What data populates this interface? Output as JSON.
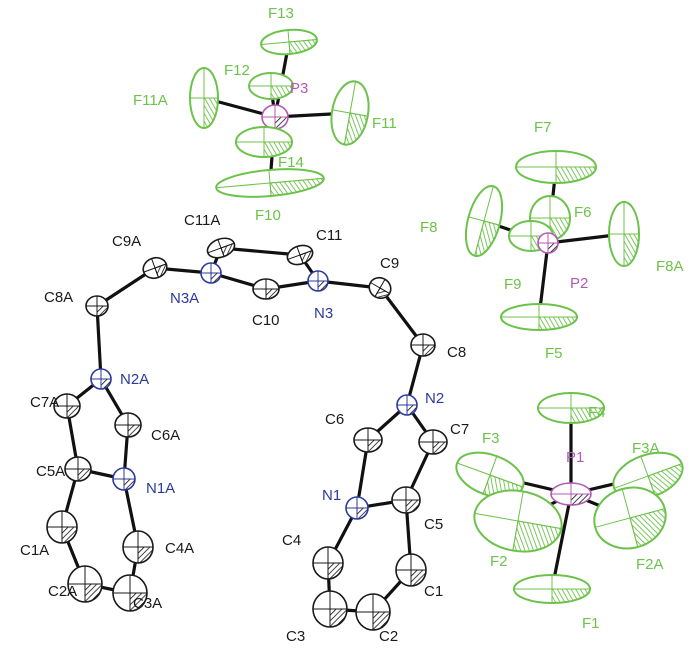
{
  "colors": {
    "carbon": "#1a1a1a",
    "nitrogen": "#2b3a9c",
    "fluorine": "#6cc24a",
    "phosphorus": "#b35ab3",
    "bond": "#111111",
    "background": "#ffffff"
  },
  "atoms": [
    {
      "id": "C9A",
      "label": "C9A",
      "element": "C"
    },
    {
      "id": "C11A",
      "label": "C11A",
      "element": "C"
    },
    {
      "id": "C11",
      "label": "C11",
      "element": "C"
    },
    {
      "id": "C8A",
      "label": "C8A",
      "element": "C"
    },
    {
      "id": "N3A",
      "label": "N3A",
      "element": "N"
    },
    {
      "id": "C10",
      "label": "C10",
      "element": "C"
    },
    {
      "id": "N3",
      "label": "N3",
      "element": "N"
    },
    {
      "id": "C9",
      "label": "C9",
      "element": "C"
    },
    {
      "id": "C8",
      "label": "C8",
      "element": "C"
    },
    {
      "id": "N2A",
      "label": "N2A",
      "element": "N"
    },
    {
      "id": "C7A",
      "label": "C7A",
      "element": "C"
    },
    {
      "id": "C6A",
      "label": "C6A",
      "element": "C"
    },
    {
      "id": "C5A",
      "label": "C5A",
      "element": "C"
    },
    {
      "id": "N1A",
      "label": "N1A",
      "element": "N"
    },
    {
      "id": "C1A",
      "label": "C1A",
      "element": "C"
    },
    {
      "id": "C4A",
      "label": "C4A",
      "element": "C"
    },
    {
      "id": "C2A",
      "label": "C2A",
      "element": "C"
    },
    {
      "id": "C3A",
      "label": "C3A",
      "element": "C"
    },
    {
      "id": "N2",
      "label": "N2",
      "element": "N"
    },
    {
      "id": "C6",
      "label": "C6",
      "element": "C"
    },
    {
      "id": "C7",
      "label": "C7",
      "element": "C"
    },
    {
      "id": "N1",
      "label": "N1",
      "element": "N"
    },
    {
      "id": "C5",
      "label": "C5",
      "element": "C"
    },
    {
      "id": "C4",
      "label": "C4",
      "element": "C"
    },
    {
      "id": "C1",
      "label": "C1",
      "element": "C"
    },
    {
      "id": "C3",
      "label": "C3",
      "element": "C"
    },
    {
      "id": "C2",
      "label": "C2",
      "element": "C"
    },
    {
      "id": "F13",
      "label": "F13",
      "element": "F"
    },
    {
      "id": "F12",
      "label": "F12",
      "element": "F"
    },
    {
      "id": "P3",
      "label": "P3",
      "element": "P"
    },
    {
      "id": "F11A",
      "label": "F11A",
      "element": "F"
    },
    {
      "id": "F11",
      "label": "F11",
      "element": "F"
    },
    {
      "id": "F14",
      "label": "F14",
      "element": "F"
    },
    {
      "id": "F10",
      "label": "F10",
      "element": "F"
    },
    {
      "id": "F7",
      "label": "F7",
      "element": "F"
    },
    {
      "id": "F6",
      "label": "F6",
      "element": "F"
    },
    {
      "id": "F8",
      "label": "F8",
      "element": "F"
    },
    {
      "id": "F8A",
      "label": "F8A",
      "element": "F"
    },
    {
      "id": "F9",
      "label": "F9",
      "element": "F"
    },
    {
      "id": "P2",
      "label": "P2",
      "element": "P"
    },
    {
      "id": "F5",
      "label": "F5",
      "element": "F"
    },
    {
      "id": "F4",
      "label": "F4",
      "element": "F"
    },
    {
      "id": "F3",
      "label": "F3",
      "element": "F"
    },
    {
      "id": "P1",
      "label": "P1",
      "element": "P"
    },
    {
      "id": "F3A",
      "label": "F3A",
      "element": "F"
    },
    {
      "id": "F2",
      "label": "F2",
      "element": "F"
    },
    {
      "id": "F2A",
      "label": "F2A",
      "element": "F"
    },
    {
      "id": "F1",
      "label": "F1",
      "element": "F"
    }
  ],
  "bonds": [
    [
      "C8A",
      "C9A"
    ],
    [
      "C9A",
      "N3A"
    ],
    [
      "N3A",
      "C11A"
    ],
    [
      "C11A",
      "C11"
    ],
    [
      "C11",
      "N3"
    ],
    [
      "N3",
      "C10"
    ],
    [
      "C10",
      "N3A"
    ],
    [
      "N3",
      "C9"
    ],
    [
      "C9",
      "C8"
    ],
    [
      "C8",
      "N2"
    ],
    [
      "C8A",
      "N2A"
    ],
    [
      "N2A",
      "C7A"
    ],
    [
      "N2A",
      "C6A"
    ],
    [
      "C6A",
      "N1A"
    ],
    [
      "N1A",
      "C5A"
    ],
    [
      "C5A",
      "C7A"
    ],
    [
      "C5A",
      "C1A"
    ],
    [
      "C1A",
      "C2A"
    ],
    [
      "C2A",
      "C3A"
    ],
    [
      "C3A",
      "C4A"
    ],
    [
      "C4A",
      "N1A"
    ],
    [
      "N2",
      "C6"
    ],
    [
      "N2",
      "C7"
    ],
    [
      "C6",
      "N1"
    ],
    [
      "N1",
      "C5"
    ],
    [
      "C5",
      "C7"
    ],
    [
      "N1",
      "C4"
    ],
    [
      "C4",
      "C3"
    ],
    [
      "C3",
      "C2"
    ],
    [
      "C2",
      "C1"
    ],
    [
      "C1",
      "C5"
    ],
    [
      "P3",
      "F13"
    ],
    [
      "P3",
      "F12"
    ],
    [
      "P3",
      "F11A"
    ],
    [
      "P3",
      "F11"
    ],
    [
      "P3",
      "F14"
    ],
    [
      "P3",
      "F10"
    ],
    [
      "P2",
      "F7"
    ],
    [
      "P2",
      "F6"
    ],
    [
      "P2",
      "F8"
    ],
    [
      "P2",
      "F8A"
    ],
    [
      "P2",
      "F9"
    ],
    [
      "P2",
      "F5"
    ],
    [
      "P1",
      "F4"
    ],
    [
      "P1",
      "F3"
    ],
    [
      "P1",
      "F3A"
    ],
    [
      "P1",
      "F2"
    ],
    [
      "P1",
      "F2A"
    ],
    [
      "P1",
      "F1"
    ]
  ]
}
